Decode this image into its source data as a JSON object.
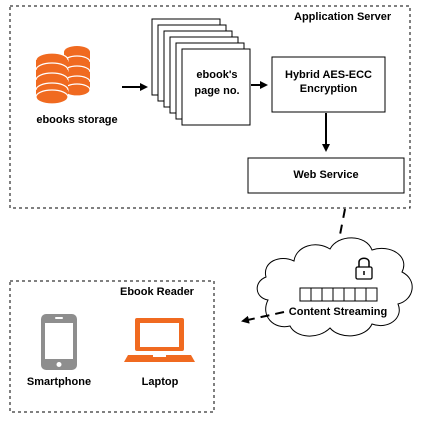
{
  "application_server": {
    "title": "Application Server"
  },
  "storage": {
    "label": "ebooks storage"
  },
  "pages": {
    "label_line1": "ebook's",
    "label_line2": "page no."
  },
  "encryption": {
    "label_line1": "Hybrid AES-ECC",
    "label_line2": "Encryption"
  },
  "web_service": {
    "label": "Web Service"
  },
  "cloud": {
    "label": "Content Streaming"
  },
  "ebook_reader": {
    "title": "Ebook Reader",
    "devices": [
      {
        "label": "Smartphone",
        "icon": "smartphone-icon"
      },
      {
        "label": "Laptop",
        "icon": "laptop-icon"
      }
    ]
  },
  "colors": {
    "storage_orange": "#F06A20",
    "laptop_orange": "#F06A20",
    "phone_grey": "#8E8E8E"
  }
}
